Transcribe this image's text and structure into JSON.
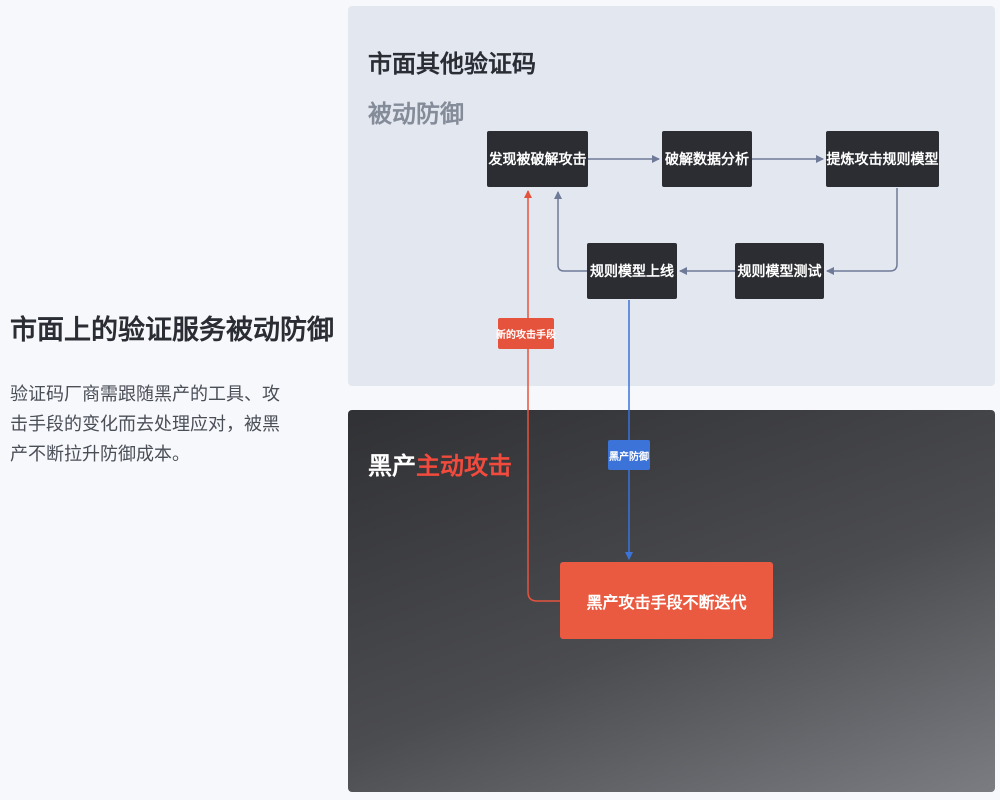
{
  "intro": {
    "title": "市面上的验证服务被动防御",
    "description": "验证码厂商需跟随黑产的工具、攻击手段的变化而去处理应对，被黑产不断拉升防御成本。"
  },
  "passive_panel": {
    "title": "市面其他验证码",
    "subtitle": "被动防御"
  },
  "active_panel": {
    "title_prefix": "黑产",
    "title_accent": "主动攻击"
  },
  "nodes": {
    "discover": "发现被破解攻击",
    "analyze": "破解数据分析",
    "extract": "提炼攻击规则模型",
    "test": "规则模型测试",
    "deploy": "规则模型上线",
    "iterate": "黑产攻击手段不断迭代"
  },
  "edge_labels": {
    "new_attack": "新的攻击手段",
    "defense": "黑产防御"
  },
  "colors": {
    "node_dark": "#2b2d32",
    "node_red": "#ea5a41",
    "arrow_gray": "#6f7a99",
    "arrow_red": "#e5533d",
    "arrow_blue": "#3b73d9",
    "accent_red": "#f24a3c"
  }
}
